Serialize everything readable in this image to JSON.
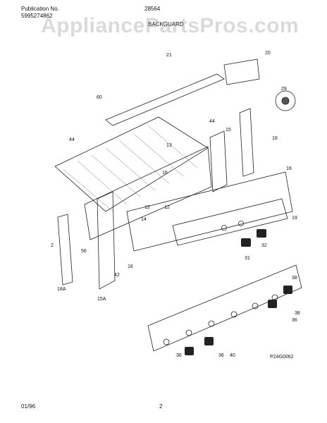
{
  "header": {
    "pub_label": "Publication No.",
    "pub_number": "5995274862",
    "model": "28564",
    "section": "BACKGUARD"
  },
  "watermark": "AppliancePartsPros.com",
  "callouts": [
    "21",
    "20",
    "29",
    "60",
    "44",
    "15",
    "16",
    "13",
    "44",
    "18",
    "16",
    "12",
    "12",
    "14",
    "19",
    "2",
    "56",
    "16",
    "42",
    "31",
    "32",
    "38",
    "18A",
    "15A",
    "38",
    "36",
    "40",
    "36",
    "36",
    "P24G0062"
  ],
  "footer": {
    "date": "01/96",
    "page": "2"
  }
}
